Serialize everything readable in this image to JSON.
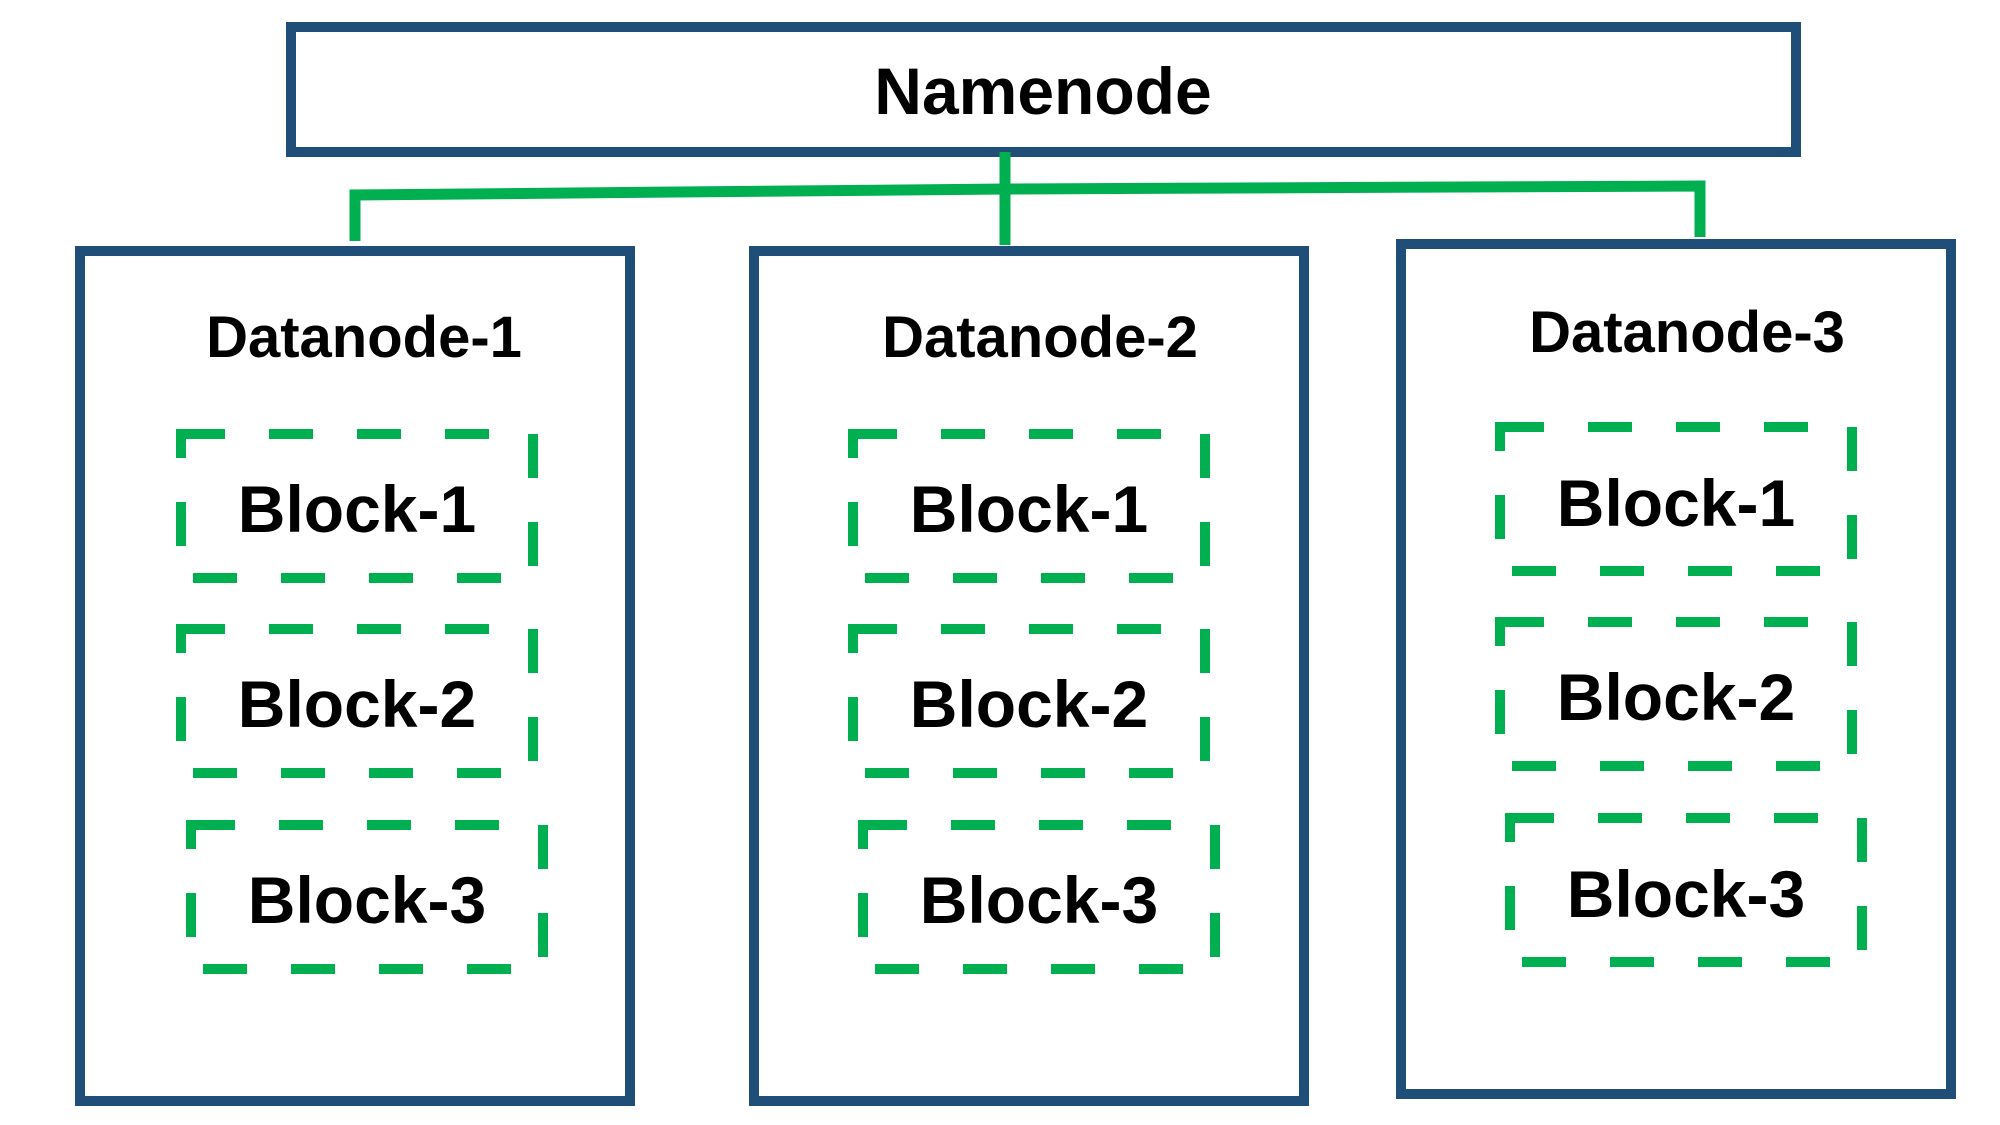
{
  "namenode": {
    "label": "Namenode"
  },
  "datanodes": [
    {
      "label": "Datanode-1",
      "blocks": [
        "Block-1",
        "Block-2",
        "Block-3"
      ]
    },
    {
      "label": "Datanode-2",
      "blocks": [
        "Block-1",
        "Block-2",
        "Block-3"
      ]
    },
    {
      "label": "Datanode-3",
      "blocks": [
        "Block-1",
        "Block-2",
        "Block-3"
      ]
    }
  ],
  "colors": {
    "box_border": "#1f4e79",
    "connector": "#00b050",
    "block_border": "#00b050",
    "text": "#000000"
  }
}
